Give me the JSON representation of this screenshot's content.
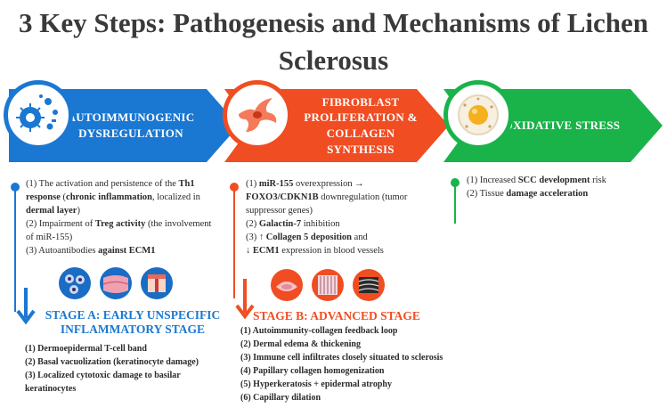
{
  "title": {
    "line1": "3 Key Steps: Pathogenesis and Mechanisms of Lichen",
    "line2": "Sclerosus"
  },
  "steps": [
    {
      "banner": [
        "AUTOIMMUNOGENIC",
        "DYSREGULATION"
      ],
      "color": "#1a78d2",
      "icon": "immune-cell-icon",
      "items": [
        {
          "a": "(1) The activation and persistence of the ",
          "b": "Th1 response",
          "c": " (",
          "d": "chronic inflammation",
          "e": ", localized in ",
          "f": "dermal layer",
          "g": ")"
        },
        {
          "a": "(2) Impairment of ",
          "b": "Treg activity",
          "c": " (the involvement of miR-155)"
        },
        {
          "a": "(3) Autoantibodies ",
          "b": "against ECM1"
        }
      ],
      "stage": {
        "title": [
          "STAGE A: EARLY UNSPECIFIC",
          "INFLAMMATORY STAGE"
        ],
        "items": [
          "(1) Dermoepidermal T-cell band",
          "(2) Basal vacuolization (keratinocyte damage)",
          "(3) Localized cytotoxic damage to basilar",
          "keratinocytes"
        ]
      }
    },
    {
      "banner": [
        "FIBROBLAST",
        "PROLIFERATION &",
        "COLLAGEN SYNTHESIS"
      ],
      "color": "#f04d22",
      "icon": "fibroblast-cell-icon",
      "items": [
        {
          "a": "(1) ",
          "b": "miR-155",
          "c": " overexpression →"
        },
        {
          "a": "",
          "b": "FOXO3/CDKN1B",
          "c": " downregulation (tumor suppressor genes)"
        },
        {
          "a": "(2) ",
          "b": "Galactin-7",
          "c": " inhibition"
        },
        {
          "a": "(3) ",
          "b": "↑ Collagen 5 deposition",
          "c": " and"
        },
        {
          "a": "",
          "b": "↓ ECM1",
          "c": " expression in blood vessels"
        }
      ],
      "stage": {
        "title": [
          "STAGE B: ADVANCED STAGE"
        ],
        "items": [
          "(1) Autoimmunity-collagen feedback loop",
          "(2) Dermal edema & thickening",
          "(3) Immune cell infiltrates closely situated to sclerosis",
          "(4) Papillary collagen homogenization",
          "(5) Hyperkeratosis + epidermal atrophy",
          "(6) Capillary dilation"
        ]
      }
    },
    {
      "banner": [
        "OXIDATIVE STRESS"
      ],
      "color": "#1ab34a",
      "icon": "oxidative-cell-icon",
      "items": [
        {
          "a": "(1) Increased ",
          "b": "SCC development",
          "c": " risk"
        },
        {
          "a": "(2) Tissue ",
          "b": "damage acceleration",
          "c": ""
        }
      ]
    }
  ]
}
